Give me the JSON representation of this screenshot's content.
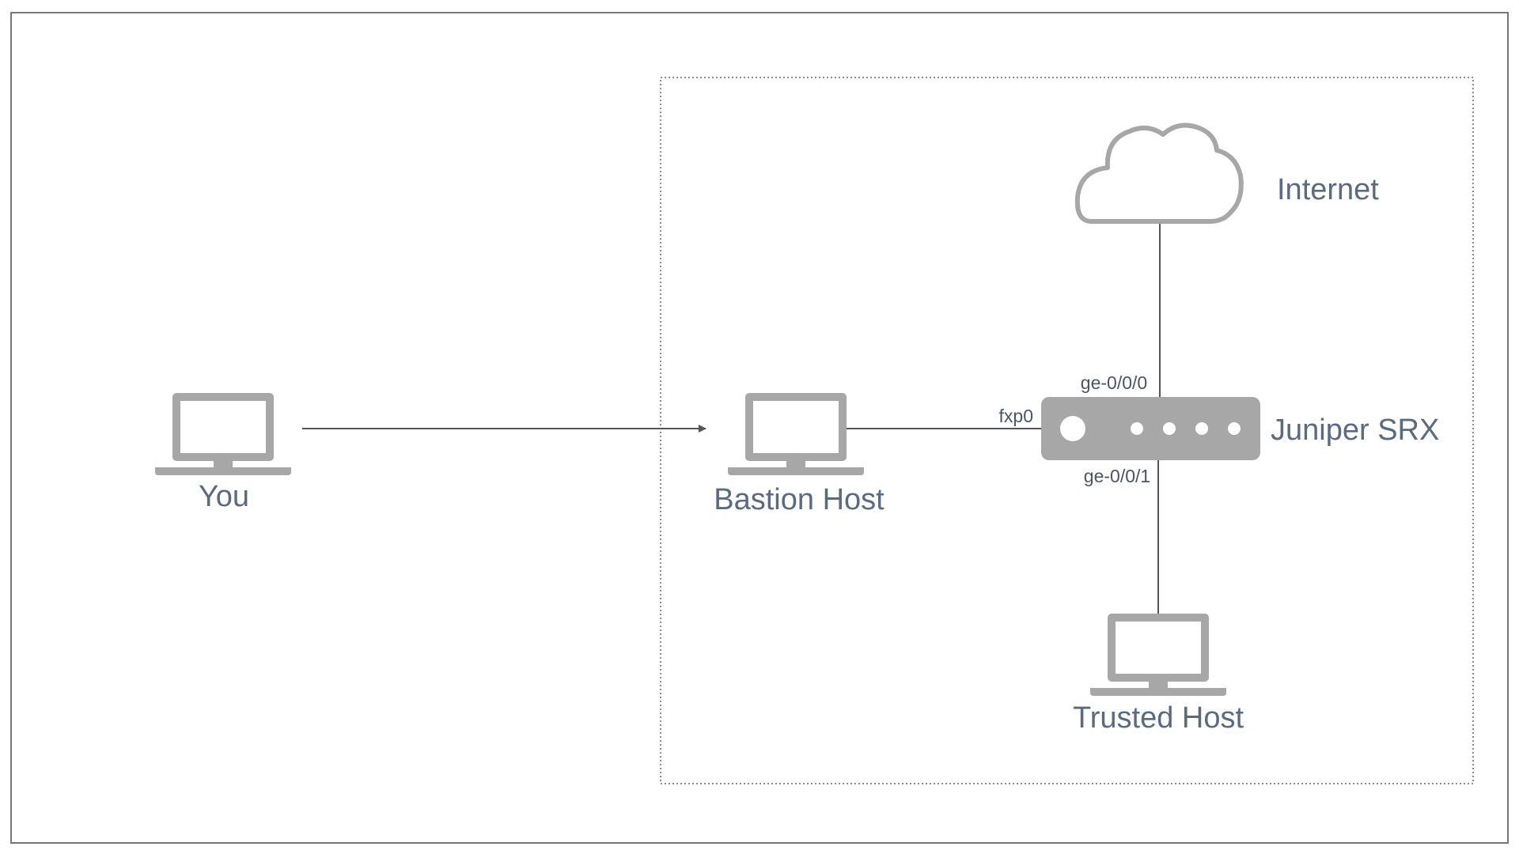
{
  "nodes": {
    "you": {
      "label": "You",
      "icon": "laptop-icon"
    },
    "bastion_host": {
      "label": "Bastion Host",
      "icon": "laptop-icon"
    },
    "trusted_host": {
      "label": "Trusted Host",
      "icon": "laptop-icon"
    },
    "internet": {
      "label": "Internet",
      "icon": "cloud-icon"
    },
    "juniper_srx": {
      "label": "Juniper SRX",
      "icon": "router-icon"
    }
  },
  "ports": {
    "fxp0": "fxp0",
    "ge_0_0_0": "ge-0/0/0",
    "ge_0_0_1": "ge-0/0/1"
  },
  "colors": {
    "device_gray": "#a7a7a7",
    "label_text": "#5a6b80",
    "line": "#555555",
    "frame": "#777777"
  }
}
